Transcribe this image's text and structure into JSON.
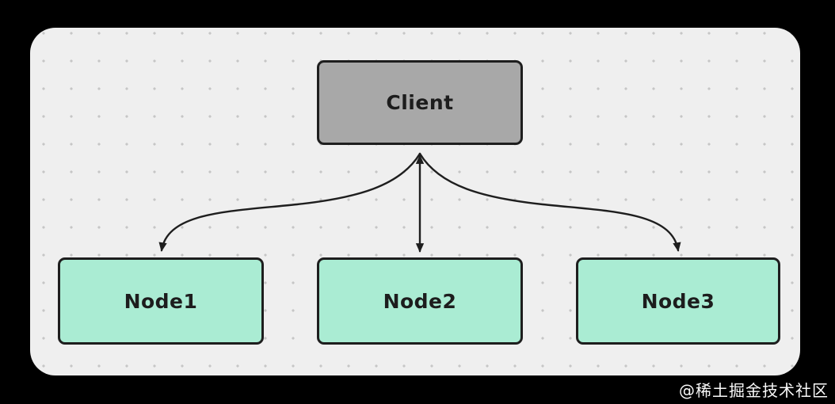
{
  "diagram": {
    "title": "Client to nodes fan-out diagram",
    "nodes": [
      {
        "id": "client",
        "label": "Client",
        "fill": "#a8a8a8",
        "shape": "rounded-rect"
      },
      {
        "id": "node1",
        "label": "Node1",
        "fill": "#aaecd3",
        "shape": "rounded-rect"
      },
      {
        "id": "node2",
        "label": "Node2",
        "fill": "#aaecd3",
        "shape": "rounded-rect"
      },
      {
        "id": "node3",
        "label": "Node3",
        "fill": "#aaecd3",
        "shape": "rounded-rect"
      }
    ],
    "edges": [
      {
        "from": "client",
        "to": "node1",
        "style": "curved",
        "arrow": "to"
      },
      {
        "from": "client",
        "to": "node2",
        "style": "straight",
        "arrow": "both"
      },
      {
        "from": "client",
        "to": "node3",
        "style": "curved",
        "arrow": "to"
      }
    ],
    "colors": {
      "canvas_bg": "#000000",
      "panel_bg": "#efefef",
      "dot_grid": "#c6c6c6",
      "stroke": "#1e1e1e",
      "client_fill": "#a8a8a8",
      "node_fill": "#aaecd3",
      "text": "#1d1d1d",
      "watermark": "#fafafa"
    }
  },
  "watermark": {
    "text": "@稀土掘金技术社区"
  }
}
